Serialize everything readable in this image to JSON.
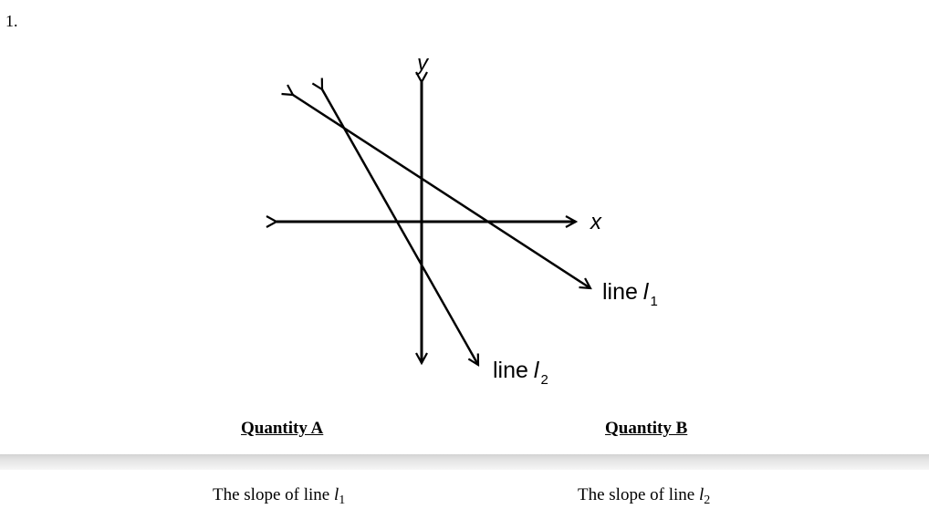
{
  "question": {
    "number": "1."
  },
  "figure": {
    "y_axis_label": "y",
    "x_axis_label": "x",
    "line1": {
      "text": "line",
      "var": "l",
      "sub": "1"
    },
    "line2": {
      "text": "line",
      "var": "l",
      "sub": "2"
    }
  },
  "quantities": {
    "a": {
      "header": "Quantity A",
      "text": "The slope of line ",
      "var": "l",
      "sub": "1"
    },
    "b": {
      "header": "Quantity B",
      "text": "The slope of line ",
      "var": "l",
      "sub": "2"
    }
  }
}
